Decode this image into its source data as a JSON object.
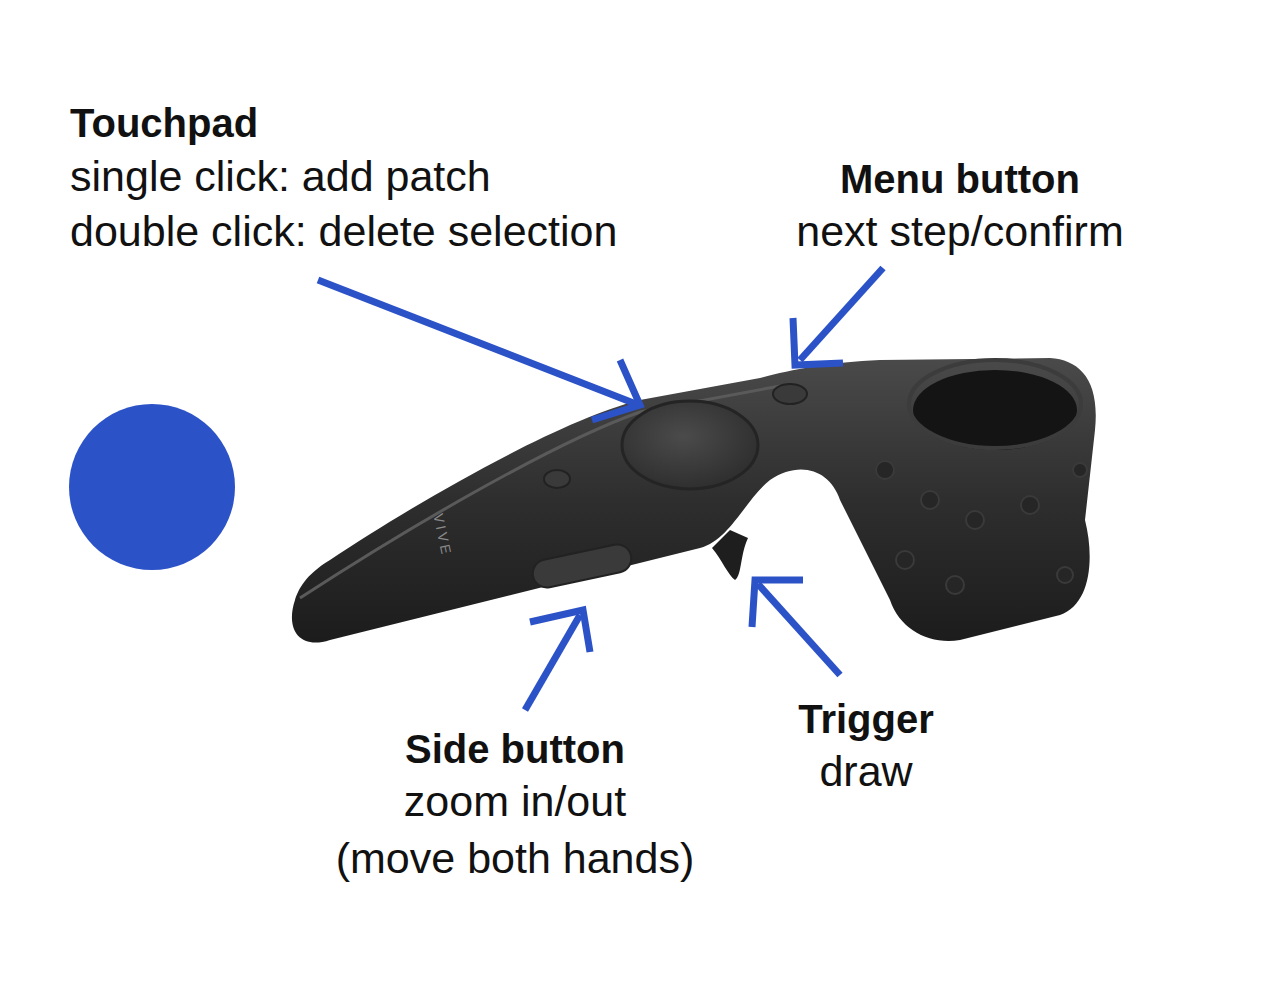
{
  "diagram": {
    "labels": [
      "Touchpad",
      "single click: add patch",
      "double click: delete selection",
      "Menu button",
      "next step/confirm",
      "Side button",
      "zoom in/out",
      "(move both hands)",
      "Trigger",
      "draw",
      "VIVE"
    ]
  }
}
